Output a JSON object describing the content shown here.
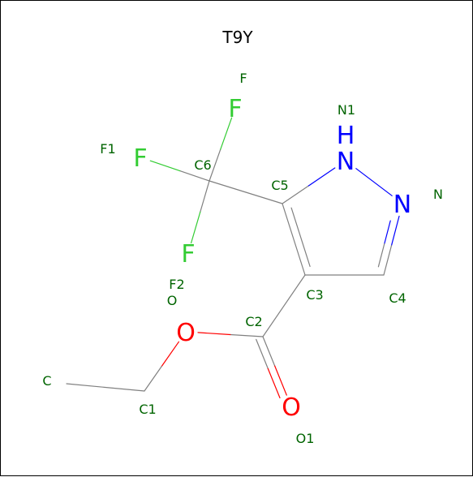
{
  "title": "T9Y",
  "colors": {
    "carbon_bond": "#808080",
    "nitrogen": "#0000ff",
    "oxygen": "#ff0000",
    "fluorine": "#33cc33",
    "atom_label": "#006400",
    "title": "#000000"
  },
  "atoms": [
    {
      "id": "N1",
      "element": "N",
      "hydrogen": "H",
      "label": "N1"
    },
    {
      "id": "N",
      "element": "N",
      "label": "N"
    },
    {
      "id": "C4",
      "label": "C4"
    },
    {
      "id": "C3",
      "label": "C3"
    },
    {
      "id": "C5",
      "label": "C5"
    },
    {
      "id": "C6",
      "label": "C6"
    },
    {
      "id": "F",
      "element": "F",
      "label": "F"
    },
    {
      "id": "F1",
      "element": "F",
      "label": "F1"
    },
    {
      "id": "F2",
      "element": "F",
      "label": "F2"
    },
    {
      "id": "C2",
      "label": "C2"
    },
    {
      "id": "O",
      "element": "O",
      "label": "O"
    },
    {
      "id": "O1",
      "element": "O",
      "label": "O1"
    },
    {
      "id": "C1",
      "label": "C1"
    },
    {
      "id": "C",
      "label": "C"
    }
  ],
  "bonds": [
    {
      "from": "N1",
      "to": "N",
      "order": 1
    },
    {
      "from": "N",
      "to": "C4",
      "order": 2
    },
    {
      "from": "C4",
      "to": "C3",
      "order": 1
    },
    {
      "from": "C3",
      "to": "C5",
      "order": 2
    },
    {
      "from": "C5",
      "to": "N1",
      "order": 1
    },
    {
      "from": "C5",
      "to": "C6",
      "order": 1
    },
    {
      "from": "C6",
      "to": "F",
      "order": 1
    },
    {
      "from": "C6",
      "to": "F1",
      "order": 1
    },
    {
      "from": "C6",
      "to": "F2",
      "order": 1
    },
    {
      "from": "C3",
      "to": "C2",
      "order": 1
    },
    {
      "from": "C2",
      "to": "O1",
      "order": 2
    },
    {
      "from": "C2",
      "to": "O",
      "order": 1
    },
    {
      "from": "O",
      "to": "C1",
      "order": 1
    },
    {
      "from": "C1",
      "to": "C",
      "order": 1
    }
  ]
}
